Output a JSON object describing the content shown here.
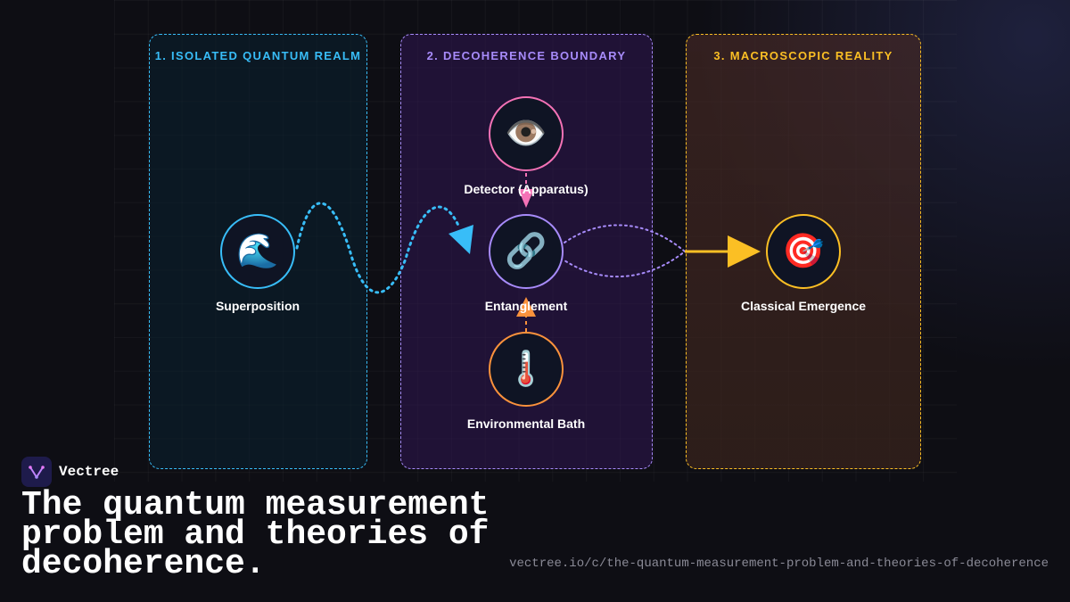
{
  "panels": [
    {
      "title": "1. ISOLATED QUANTUM REALM",
      "color": "#38bdf8"
    },
    {
      "title": "2. DECOHERENCE BOUNDARY",
      "color": "#a78bfa"
    },
    {
      "title": "3. MACROSCOPIC REALITY",
      "color": "#fbbf24"
    }
  ],
  "nodes": {
    "superposition": {
      "label": "Superposition",
      "icon": "wave-icon",
      "glyph": "🌊",
      "color": "#38bdf8"
    },
    "detector": {
      "label": "Detector (Apparatus)",
      "icon": "eye-icon",
      "glyph": "👁️",
      "color": "#f472b6"
    },
    "entanglement": {
      "label": "Entanglement",
      "icon": "link-icon",
      "glyph": "🔗",
      "color": "#a78bfa"
    },
    "environment": {
      "label": "Environmental Bath",
      "icon": "thermometer-icon",
      "glyph": "🌡️",
      "color": "#fb923c"
    },
    "classical": {
      "label": "Classical Emergence",
      "icon": "target-icon",
      "glyph": "🎯",
      "color": "#fbbf24"
    }
  },
  "brand": {
    "name": "Vectree",
    "logo_icon": "vectree-logo-icon"
  },
  "headline": "The quantum measurement problem and theories of decoherence.",
  "url": "vectree.io/c/the-quantum-measurement-problem-and-theories-of-decoherence"
}
